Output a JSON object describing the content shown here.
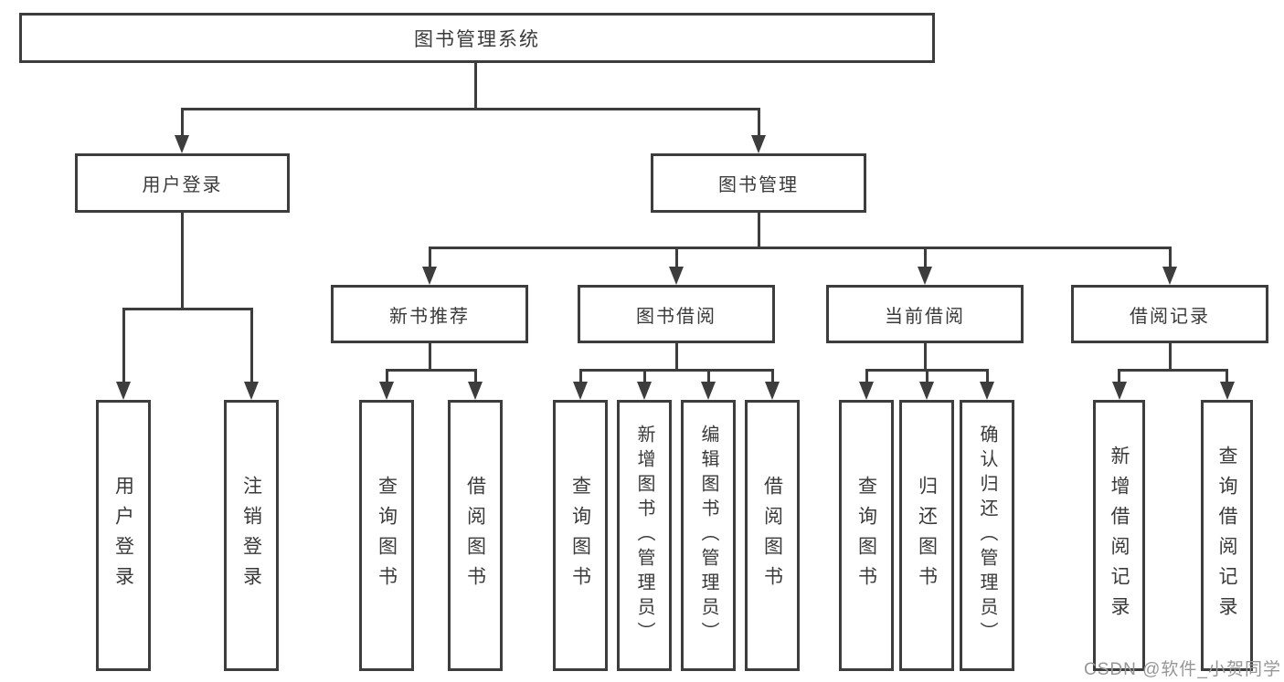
{
  "colors": {
    "line": "#3d3d3d",
    "text": "#3a3a3a",
    "box_bg": "#ffffff",
    "watermark": "#969696"
  },
  "tree": {
    "root": {
      "label": "图书管理系统"
    },
    "branches": [
      {
        "label": "用户登录",
        "children": [
          {
            "label": "用户登录"
          },
          {
            "label": "注销登录"
          }
        ]
      },
      {
        "label": "图书管理",
        "children": [
          {
            "label": "新书推荐",
            "children": [
              {
                "label": "查询图书"
              },
              {
                "label": "借阅图书"
              }
            ]
          },
          {
            "label": "图书借阅",
            "children": [
              {
                "label": "查询图书"
              },
              {
                "label": "新增图书（管理员）"
              },
              {
                "label": "编辑图书（管理员）"
              },
              {
                "label": "借阅图书"
              }
            ]
          },
          {
            "label": "当前借阅",
            "children": [
              {
                "label": "查询图书"
              },
              {
                "label": "归还图书"
              },
              {
                "label": "确认归还（管理员）"
              }
            ]
          },
          {
            "label": "借阅记录",
            "children": [
              {
                "label": "新增借阅记录"
              },
              {
                "label": "查询借阅记录"
              }
            ]
          }
        ]
      }
    ]
  },
  "watermark": {
    "text": "CSDN @软件_小贺同学"
  }
}
